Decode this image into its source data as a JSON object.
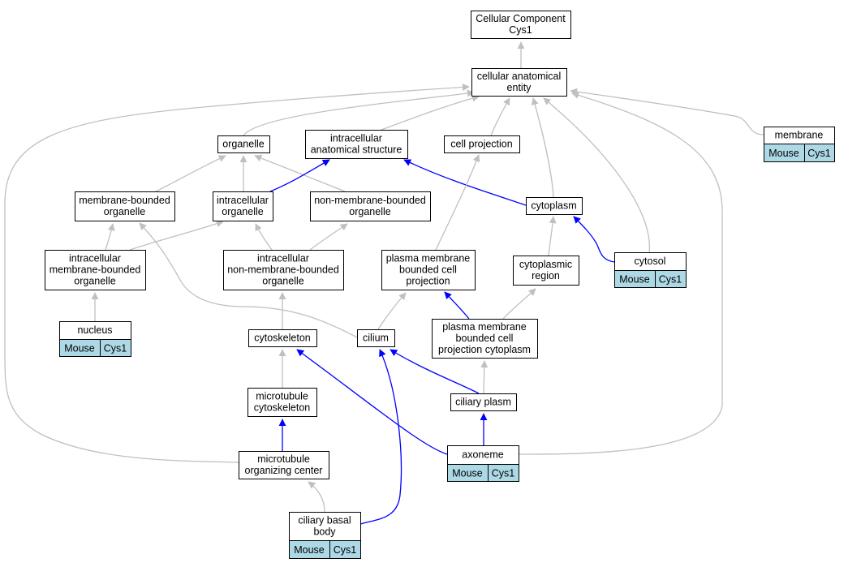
{
  "diagram": {
    "type": "directed-graph",
    "colors": {
      "is_a_edge": "#c0c0c0",
      "part_of_edge": "#0000ff",
      "annotation_cell": "#add8e6",
      "node_border": "#000000",
      "background": "#ffffff"
    },
    "nodes": [
      {
        "id": "root",
        "lines": [
          "Cellular Component",
          "Cys1"
        ]
      },
      {
        "id": "cae",
        "lines": [
          "cellular anatomical",
          "entity"
        ]
      },
      {
        "id": "membrane",
        "lines": [
          "membrane"
        ],
        "annotation": [
          "Mouse",
          "Cys1"
        ]
      },
      {
        "id": "organelle",
        "lines": [
          "organelle"
        ]
      },
      {
        "id": "ias",
        "lines": [
          "intracellular",
          "anatomical structure"
        ]
      },
      {
        "id": "cellproj",
        "lines": [
          "cell projection"
        ]
      },
      {
        "id": "mbo",
        "lines": [
          "membrane-bounded",
          "organelle"
        ]
      },
      {
        "id": "intorg",
        "lines": [
          "intracellular",
          "organelle"
        ]
      },
      {
        "id": "nmbo",
        "lines": [
          "non-membrane-bounded",
          "organelle"
        ]
      },
      {
        "id": "cytoplasm",
        "lines": [
          "cytoplasm"
        ]
      },
      {
        "id": "imbo",
        "lines": [
          "intracellular",
          "membrane-bounded",
          "organelle"
        ]
      },
      {
        "id": "inmbo",
        "lines": [
          "intracellular",
          "non-membrane-bounded",
          "organelle"
        ]
      },
      {
        "id": "pmbcp",
        "lines": [
          "plasma membrane",
          "bounded cell",
          "projection"
        ]
      },
      {
        "id": "cytreg",
        "lines": [
          "cytoplasmic",
          "region"
        ]
      },
      {
        "id": "cytosol",
        "lines": [
          "cytosol"
        ],
        "annotation": [
          "Mouse",
          "Cys1"
        ]
      },
      {
        "id": "nucleus",
        "lines": [
          "nucleus"
        ],
        "annotation": [
          "Mouse",
          "Cys1"
        ]
      },
      {
        "id": "cytoskel",
        "lines": [
          "cytoskeleton"
        ]
      },
      {
        "id": "cilium",
        "lines": [
          "cilium"
        ]
      },
      {
        "id": "pmbcpc",
        "lines": [
          "plasma membrane",
          "bounded cell",
          "projection cytoplasm"
        ]
      },
      {
        "id": "ciliaryplasm",
        "lines": [
          "ciliary plasm"
        ]
      },
      {
        "id": "mtcyto",
        "lines": [
          "microtubule",
          "cytoskeleton"
        ]
      },
      {
        "id": "axoneme",
        "lines": [
          "axoneme"
        ],
        "annotation": [
          "Mouse",
          "Cys1"
        ]
      },
      {
        "id": "mtoc",
        "lines": [
          "microtubule",
          "organizing center"
        ]
      },
      {
        "id": "cbb",
        "lines": [
          "ciliary basal",
          "body"
        ],
        "annotation": [
          "Mouse",
          "Cys1"
        ]
      }
    ],
    "edges": [
      {
        "from": "cae",
        "to": "root",
        "relation": "is_a"
      },
      {
        "from": "membrane",
        "to": "cae",
        "relation": "is_a"
      },
      {
        "from": "organelle",
        "to": "cae",
        "relation": "is_a"
      },
      {
        "from": "ias",
        "to": "cae",
        "relation": "is_a"
      },
      {
        "from": "cellproj",
        "to": "cae",
        "relation": "is_a"
      },
      {
        "from": "cytoplasm",
        "to": "cae",
        "relation": "is_a"
      },
      {
        "from": "cytosol",
        "to": "cae",
        "relation": "is_a"
      },
      {
        "from": "mtoc",
        "to": "cae",
        "relation": "is_a"
      },
      {
        "from": "axoneme",
        "to": "cae",
        "relation": "is_a"
      },
      {
        "from": "mbo",
        "to": "organelle",
        "relation": "is_a"
      },
      {
        "from": "intorg",
        "to": "organelle",
        "relation": "is_a"
      },
      {
        "from": "nmbo",
        "to": "organelle",
        "relation": "is_a"
      },
      {
        "from": "intorg",
        "to": "ias",
        "relation": "part_of"
      },
      {
        "from": "cytoplasm",
        "to": "ias",
        "relation": "part_of"
      },
      {
        "from": "imbo",
        "to": "mbo",
        "relation": "is_a"
      },
      {
        "from": "cilium",
        "to": "mbo",
        "relation": "is_a"
      },
      {
        "from": "imbo",
        "to": "intorg",
        "relation": "is_a"
      },
      {
        "from": "inmbo",
        "to": "intorg",
        "relation": "is_a"
      },
      {
        "from": "inmbo",
        "to": "nmbo",
        "relation": "is_a"
      },
      {
        "from": "pmbcp",
        "to": "cellproj",
        "relation": "is_a"
      },
      {
        "from": "cytreg",
        "to": "cytoplasm",
        "relation": "is_a"
      },
      {
        "from": "cytosol",
        "to": "cytoplasm",
        "relation": "part_of"
      },
      {
        "from": "nucleus",
        "to": "imbo",
        "relation": "is_a"
      },
      {
        "from": "cytoskel",
        "to": "inmbo",
        "relation": "is_a"
      },
      {
        "from": "cilium",
        "to": "pmbcp",
        "relation": "is_a"
      },
      {
        "from": "pmbcpc",
        "to": "pmbcp",
        "relation": "part_of"
      },
      {
        "from": "pmbcpc",
        "to": "cytreg",
        "relation": "is_a"
      },
      {
        "from": "mtcyto",
        "to": "cytoskel",
        "relation": "is_a"
      },
      {
        "from": "axoneme",
        "to": "cytoskel",
        "relation": "part_of"
      },
      {
        "from": "ciliaryplasm",
        "to": "cilium",
        "relation": "part_of"
      },
      {
        "from": "cbb",
        "to": "cilium",
        "relation": "part_of"
      },
      {
        "from": "ciliaryplasm",
        "to": "pmbcpc",
        "relation": "is_a"
      },
      {
        "from": "axoneme",
        "to": "ciliaryplasm",
        "relation": "part_of"
      },
      {
        "from": "mtoc",
        "to": "mtcyto",
        "relation": "part_of"
      },
      {
        "from": "cbb",
        "to": "mtoc",
        "relation": "is_a"
      }
    ]
  }
}
